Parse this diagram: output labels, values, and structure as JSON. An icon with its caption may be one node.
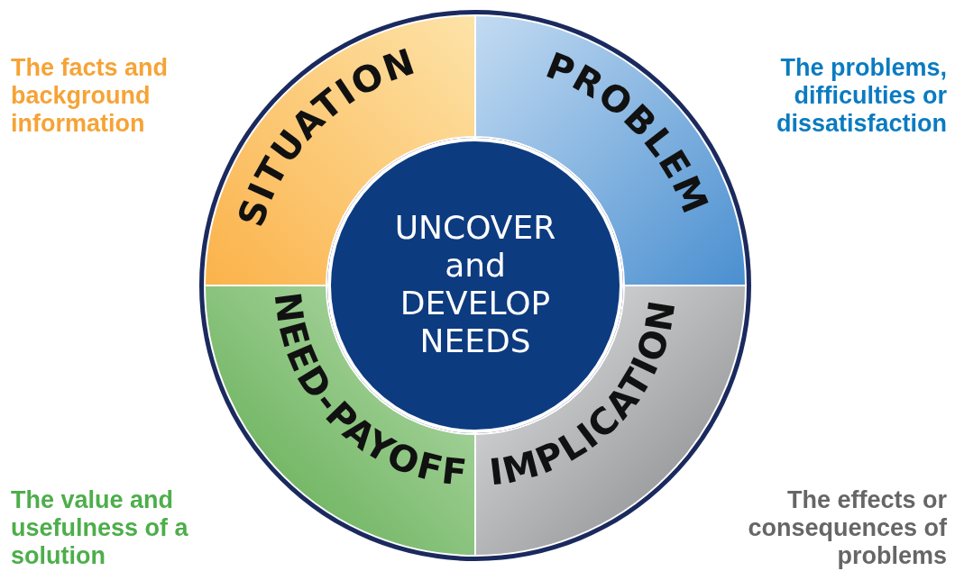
{
  "diagram": {
    "nodes": [
      {
        "text": [
          "SITUATION"
        ],
        "beside": [
          "The facts and background information"
        ]
      },
      {
        "text": [
          "PROBLEM"
        ],
        "beside": [
          "The problems, difficulties or dissatisfaction"
        ]
      },
      {
        "text": [
          "UNCOVER and DEVELOP NEEDS"
        ]
      },
      {
        "text": [
          "NEED-PAYOFF"
        ],
        "beside": [
          "The value and usefulness of a solution"
        ]
      },
      {
        "text": [
          "IMPLICATION"
        ],
        "beside": [
          "The effects or consequences of problems"
        ]
      }
    ]
  }
}
